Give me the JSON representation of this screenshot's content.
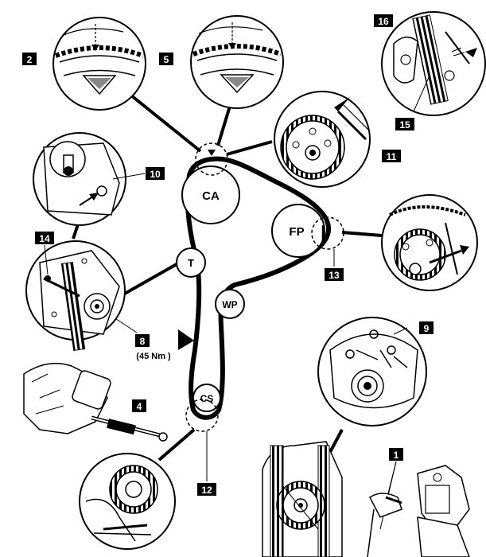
{
  "pulleys": {
    "ca": "CA",
    "fp": "FP",
    "t": "T",
    "wp": "WP",
    "cs": "CS"
  },
  "callouts": [
    "1",
    "2",
    "4",
    "5",
    "8",
    "9",
    "10",
    "11",
    "12",
    "13",
    "14",
    "15",
    "16"
  ],
  "torque": "(45 Nm )"
}
